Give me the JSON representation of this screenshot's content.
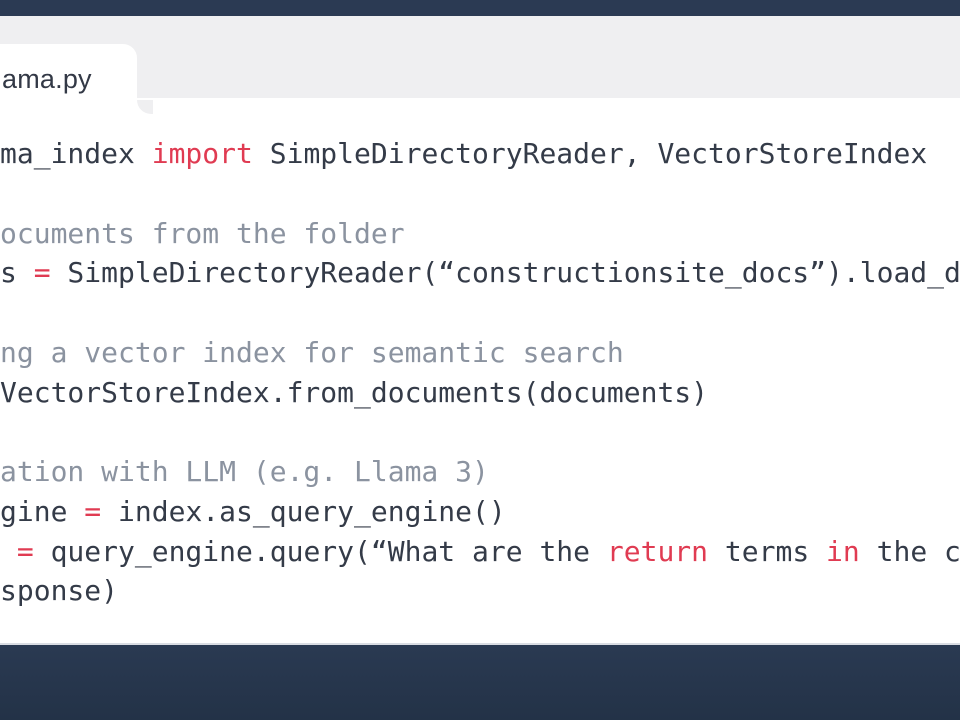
{
  "colors": {
    "navy_bar": "#2b3a53",
    "tab_strip_bg": "#efeff1",
    "tab_active_bg": "#ffffff",
    "code_bg": "#ffffff",
    "code_text": "#343b48",
    "comment_text": "#8b93a0",
    "keyword_text": "#e03b52",
    "divider": "#d9dde3",
    "bottom_bar_top": "#2a3a52",
    "bottom_bar_bottom": "#233247"
  },
  "tab": {
    "label": "ama.py"
  },
  "code": {
    "language": "python",
    "lines": [
      [
        {
          "text": "ma_index ",
          "style": "plain"
        },
        {
          "text": "import",
          "style": "keyword"
        },
        {
          "text": " SimpleDirectoryReader, VectorStoreIndex",
          "style": "plain"
        }
      ],
      [],
      [
        {
          "text": "ocuments from the folder",
          "style": "comment"
        }
      ],
      [
        {
          "text": "s ",
          "style": "plain"
        },
        {
          "text": "=",
          "style": "keyword"
        },
        {
          "text": " SimpleDirectoryReader(“constructionsite_docs”).load_d",
          "style": "plain"
        }
      ],
      [],
      [
        {
          "text": "ng a vector index for semantic search",
          "style": "comment"
        }
      ],
      [
        {
          "text": "VectorStoreIndex.from_documents(documents)",
          "style": "plain"
        }
      ],
      [],
      [
        {
          "text": "ation with LLM (e.g. Llama 3)",
          "style": "comment"
        }
      ],
      [
        {
          "text": "gine ",
          "style": "plain"
        },
        {
          "text": "=",
          "style": "keyword"
        },
        {
          "text": " index.as_query_engine()",
          "style": "plain"
        }
      ],
      [
        {
          "text": " ",
          "style": "plain"
        },
        {
          "text": "=",
          "style": "keyword"
        },
        {
          "text": " query_engine.query(“What are the ",
          "style": "plain"
        },
        {
          "text": "return",
          "style": "keyword"
        },
        {
          "text": " terms ",
          "style": "plain"
        },
        {
          "text": "in",
          "style": "keyword"
        },
        {
          "text": " the c",
          "style": "plain"
        }
      ],
      [
        {
          "text": "sponse)",
          "style": "plain"
        }
      ]
    ]
  }
}
